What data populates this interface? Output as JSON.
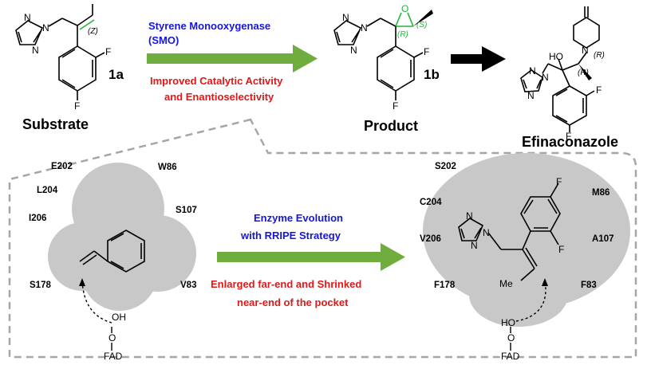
{
  "top": {
    "substrate_label": "Substrate",
    "substrate_id": "1a",
    "substrate_stereo": "(Z)",
    "product_label": "Product",
    "product_id": "1b",
    "product_stereo_r": "(R)",
    "product_stereo_s": "(S)",
    "final_label": "Efinaconazole",
    "final_stereo_1": "(R)",
    "final_stereo_2": "(R)",
    "enzyme_line1": "Styrene Monooxygenase",
    "enzyme_line2": "(SMO)",
    "improve_line1": "Improved Catalytic Activity",
    "improve_line2": "and Enantioselectivity"
  },
  "bottom": {
    "wt_residues": [
      "E202",
      "L204",
      "I206",
      "S178",
      "W86",
      "S107",
      "V83"
    ],
    "mut_residues": [
      "S202",
      "C204",
      "V206",
      "F178",
      "M86",
      "A107",
      "F83"
    ],
    "evolution_line1": "Enzyme Evolution",
    "evolution_line2": "with RRIPE Strategy",
    "pocket_line1": "Enlarged far-end and Shrinked",
    "pocket_line2": "near-end of the pocket",
    "cofactor": "FAD",
    "oh": "OH",
    "ho": "HO",
    "o": "O",
    "me": "Me"
  },
  "atoms": {
    "N": "N",
    "F": "F",
    "O": "O",
    "HO": "HO"
  },
  "colors": {
    "arrow_green": "#6fae3e",
    "arrow_black": "#000000",
    "pocket_gray": "#c8c8c8",
    "dash_gray": "#a6a6a6",
    "stereo_green": "#22b43a",
    "enzyme_blue": "#1515e0",
    "note_red": "#e01818"
  }
}
